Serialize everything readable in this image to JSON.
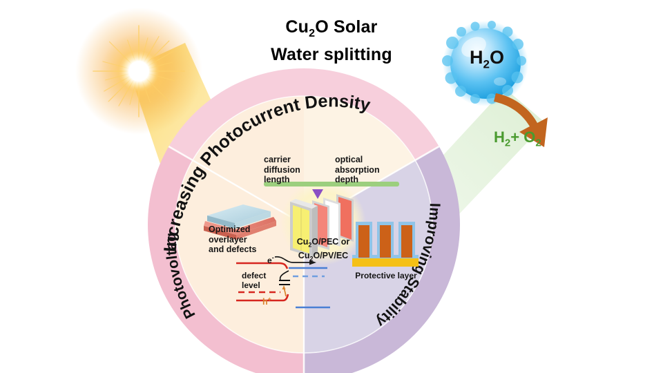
{
  "title": {
    "line1_pre": "Cu",
    "line1_sub": "2",
    "line1_post": "O Solar",
    "line2": "Water splitting"
  },
  "reactant": {
    "pre": "H",
    "sub": "2",
    "post": "O",
    "icon": "water-droplet-icon"
  },
  "product": {
    "pre": "H",
    "sub1": "2",
    "mid": "+ O",
    "sub2": "2",
    "color": "#4a9b2f"
  },
  "light_source": {
    "icon": "sun-icon",
    "beam": "sunlight-beam"
  },
  "arrows": {
    "reaction": "reaction-arrow",
    "color": "#c2651f"
  },
  "wheel": {
    "sectors": [
      {
        "id": "photocurrent",
        "arc_label": "Increasing Photocurrent Density",
        "ring_color": "#f7cfdc",
        "fill_color": "#fdf3e4"
      },
      {
        "id": "stability",
        "arc_label": "Improving Stability",
        "ring_color": "#c9b8d8",
        "fill_color": "#d8d3e6"
      },
      {
        "id": "photovoltage",
        "arc_label": "Photovoltage",
        "ring_color": "#f3bfd0",
        "fill_color": "#fdeedd"
      }
    ],
    "center": {
      "label_line1_pre": "Cu",
      "label_line1_sub": "2",
      "label_line1_post": "O/PEC or",
      "label_line2_pre": "Cu",
      "label_line2_sub": "2",
      "label_line2_post": "O/PV/EC",
      "icon": "layered-device-icon",
      "bg_color": "#fcf5cf"
    }
  },
  "photocurrent_panel": {
    "left_label": "carrier\ndiffusion\nlength",
    "left_label_l1": "carrier",
    "left_label_l2": "diffusion",
    "left_label_l3": "length",
    "right_label_l1": "optical",
    "right_label_l2": "absorption",
    "right_label_l3": "depth",
    "bar_color": "#9ccf7e",
    "marker_color": "#8a4fc4",
    "marker_icon": "up-triangle-marker"
  },
  "photovoltage_panel": {
    "slab_label_l1": "Optimized",
    "slab_label_l2": "overlayer",
    "slab_label_l3": "and defects",
    "slab_icon": "overlayer-slab-icon",
    "slab_top_color": "#bcd9e3",
    "slab_base_color": "#e8897e",
    "band_diagram": {
      "electron_label": "e",
      "electron_sup": "-",
      "hole_label": "h",
      "hole_sup": "+",
      "defect_l1": "defect",
      "defect_l2": "level",
      "band_left_color": "#d6261f",
      "band_right_color": "#4a7fd4",
      "hole_color": "#d9822b"
    }
  },
  "stability_panel": {
    "label": "Protective layer",
    "icon": "protective-layer-icon",
    "pillar_color": "#cc6118",
    "coating_color": "#8fc4e8",
    "substrate_color": "#f5c016"
  }
}
